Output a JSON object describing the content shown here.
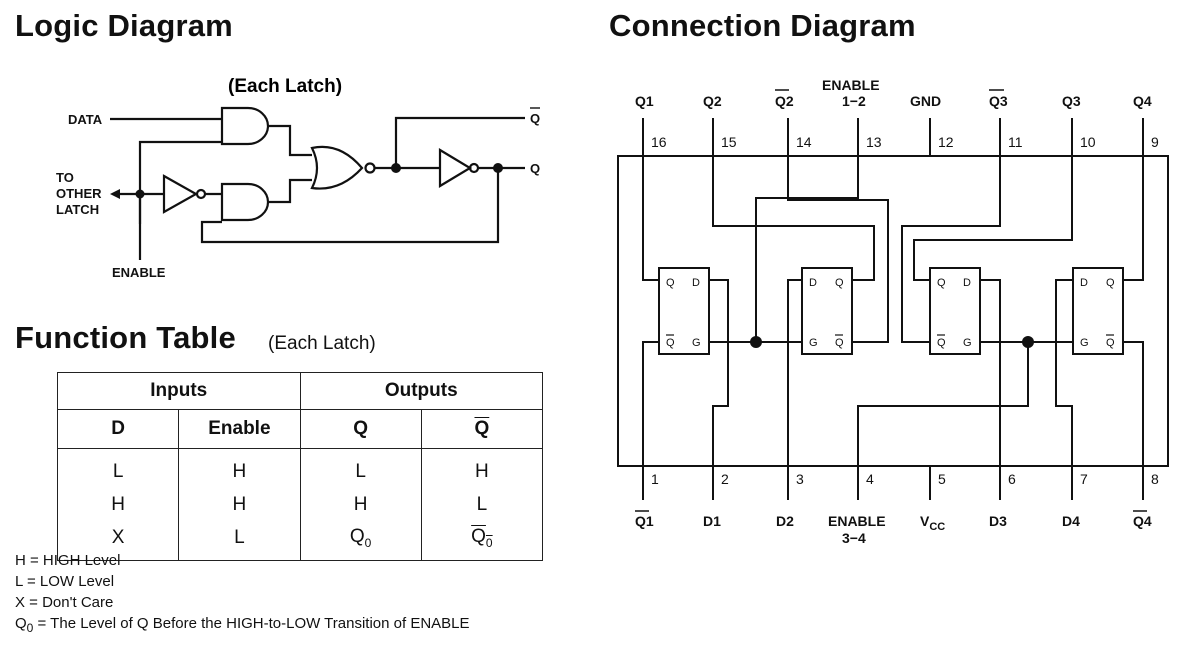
{
  "logic": {
    "title": "Logic Diagram",
    "subtitle": "(Each Latch)",
    "labels": {
      "data": "DATA",
      "to": "TO",
      "other": "OTHER",
      "latch": "LATCH",
      "enable": "ENABLE",
      "q": "Q",
      "qbar": "Q"
    }
  },
  "function_table": {
    "title": "Function Table",
    "subtitle": "(Each Latch)",
    "group_headers": [
      "Inputs",
      "Outputs"
    ],
    "columns": [
      "D",
      "Enable",
      "Q",
      "Q"
    ],
    "rows": [
      [
        "L",
        "H",
        "L",
        "H"
      ],
      [
        "H",
        "H",
        "H",
        "L"
      ],
      [
        "X",
        "L",
        "Q",
        "Q"
      ]
    ],
    "row3_sub": "0",
    "legend": [
      "H = HIGH Level",
      "L = LOW Level",
      "X = Don't Care"
    ],
    "legend_q0_prefix": "Q",
    "legend_q0_sub": "0",
    "legend_q0_rest": " = The Level of Q Before the HIGH-to-LOW Transition of ENABLE"
  },
  "connection": {
    "title": "Connection Diagram",
    "top_pins": [
      {
        "label": "Q1",
        "num": "16"
      },
      {
        "label": "Q2",
        "num": "15"
      },
      {
        "label": "Q2",
        "num": "14",
        "bar": true
      },
      {
        "label": "1−2",
        "label_top": "ENABLE",
        "num": "13"
      },
      {
        "label": "GND",
        "num": "12"
      },
      {
        "label": "Q3",
        "num": "11",
        "bar": true
      },
      {
        "label": "Q3",
        "num": "10"
      },
      {
        "label": "Q4",
        "num": "9"
      }
    ],
    "bottom_pins": [
      {
        "label": "Q1",
        "num": "1",
        "bar": true
      },
      {
        "label": "D1",
        "num": "2"
      },
      {
        "label": "D2",
        "num": "3"
      },
      {
        "label": "ENABLE",
        "label_bottom": "3−4",
        "num": "4"
      },
      {
        "label": "V",
        "sub": "CC",
        "num": "5"
      },
      {
        "label": "D3",
        "num": "6"
      },
      {
        "label": "D4",
        "num": "7"
      },
      {
        "label": "Q4",
        "num": "8",
        "bar": true
      }
    ],
    "latch_labels": {
      "q": "Q",
      "d": "D",
      "g": "G"
    }
  }
}
